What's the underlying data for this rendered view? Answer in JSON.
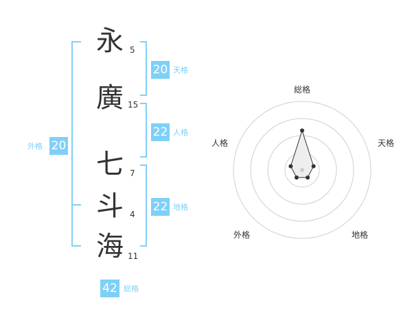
{
  "kanji": [
    {
      "char": "永",
      "strokes": "5"
    },
    {
      "char": "廣",
      "strokes": "15"
    },
    {
      "char": "七",
      "strokes": "7"
    },
    {
      "char": "斗",
      "strokes": "4"
    },
    {
      "char": "海",
      "strokes": "11"
    }
  ],
  "kakusu": {
    "tenkaku": {
      "value": "20",
      "label": "天格"
    },
    "jinkaku": {
      "value": "22",
      "label": "人格"
    },
    "chikaku": {
      "value": "22",
      "label": "地格"
    },
    "gaikaku": {
      "value": "20",
      "label": "外格"
    },
    "soukaku": {
      "value": "42",
      "label": "総格"
    }
  },
  "radar": {
    "labels": {
      "soukaku": "総格",
      "tenkaku": "天格",
      "chikaku": "地格",
      "gaikaku": "外格",
      "jinkaku": "人格"
    },
    "levels": 4,
    "max": 4,
    "values": [
      2.3,
      0.7,
      0.55,
      0.55,
      0.7
    ]
  },
  "colors": {
    "accent": "#7fd0f8",
    "text": "#333333"
  }
}
